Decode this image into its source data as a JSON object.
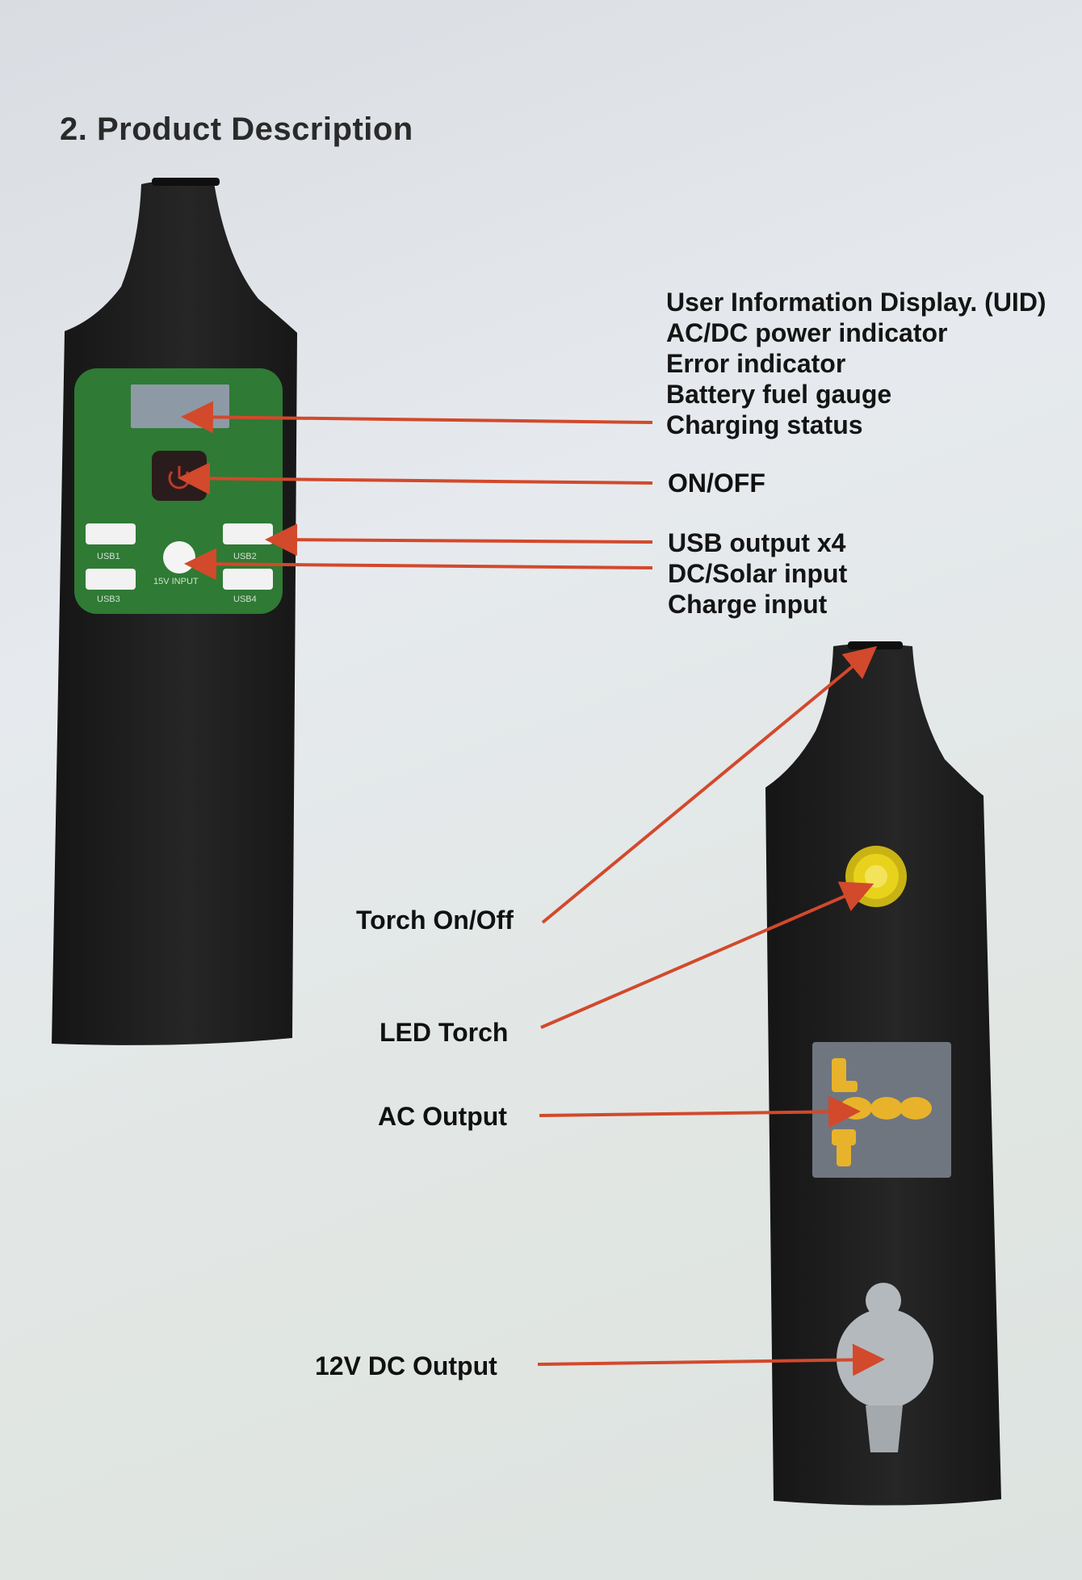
{
  "heading": "2. Product Description",
  "front_panel": {
    "display_callouts": [
      "User Information Display. (UID)",
      "AC/DC power indicator",
      "Error indicator",
      "Battery fuel gauge",
      "Charging status"
    ],
    "power_label": "ON/OFF",
    "port_callouts": [
      "USB output x4",
      "DC/Solar input",
      "Charge input"
    ],
    "port_markings": {
      "usb1": "USB1",
      "usb2": "USB2",
      "usb3": "USB3",
      "usb4": "USB4",
      "input": "15V INPUT"
    }
  },
  "back_panel": {
    "torch_switch": "Torch On/Off",
    "led_torch": "LED Torch",
    "ac_output": "AC Output",
    "dc_output": "12V DC Output"
  },
  "colors": {
    "device_body": "#1f1f1f",
    "control_panel": "#2f7a34",
    "arrow": "#d2492c",
    "torch_lens": "#e9d21c",
    "socket": "#e8b32a"
  },
  "icons": [
    "power-icon",
    "universal-socket-icon",
    "cigarette-socket-icon",
    "led-torch-icon"
  ]
}
